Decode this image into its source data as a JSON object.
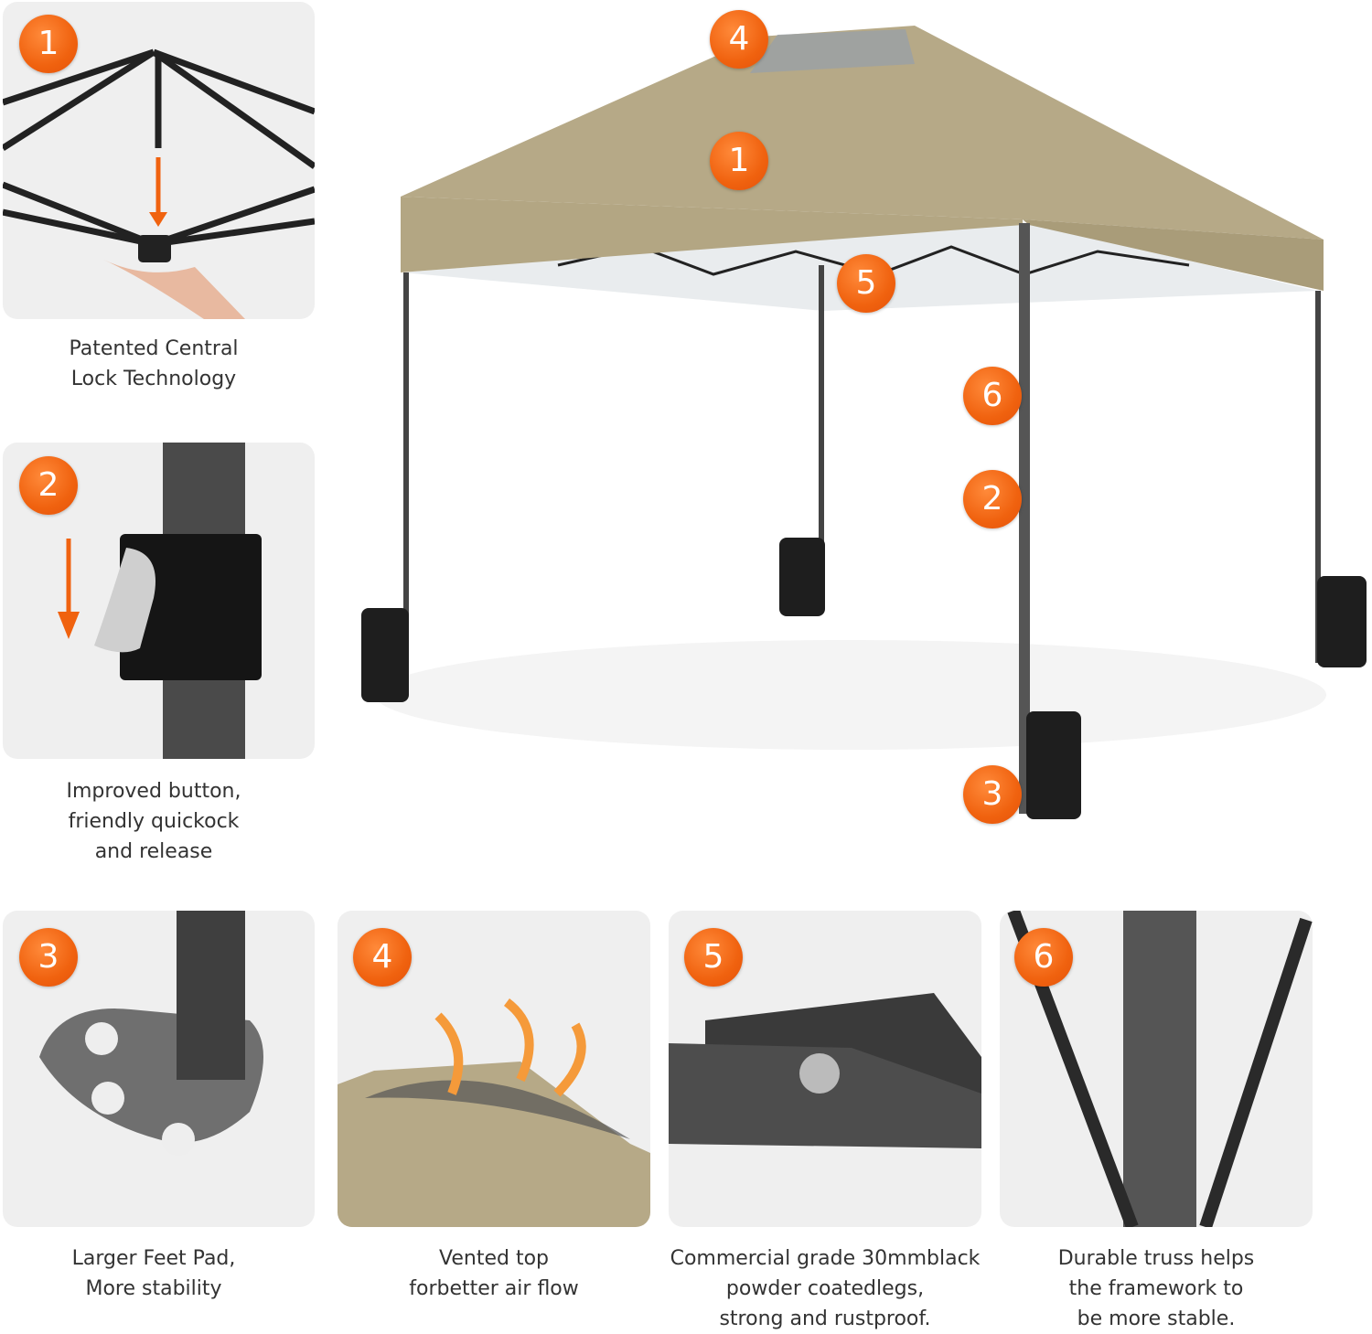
{
  "accent_color": "#f0620f",
  "canopy_color": "#b6a987",
  "main_image": {
    "badges": [
      "4",
      "1",
      "5",
      "6",
      "2",
      "3"
    ]
  },
  "features": [
    {
      "number": "1",
      "caption": "Patented Central\nLock Technology"
    },
    {
      "number": "2",
      "caption": "Improved button,\nfriendly quickock\nand release"
    },
    {
      "number": "3",
      "caption": "Larger Feet Pad,\nMore stability"
    },
    {
      "number": "4",
      "caption": "Vented top\nforbetter air flow"
    },
    {
      "number": "5",
      "caption": "Commercial grade 30mmblack\npowder coatedlegs,\nstrong and rustproof."
    },
    {
      "number": "6",
      "caption": "Durable truss helps\nthe framework to\nbe more stable."
    }
  ]
}
